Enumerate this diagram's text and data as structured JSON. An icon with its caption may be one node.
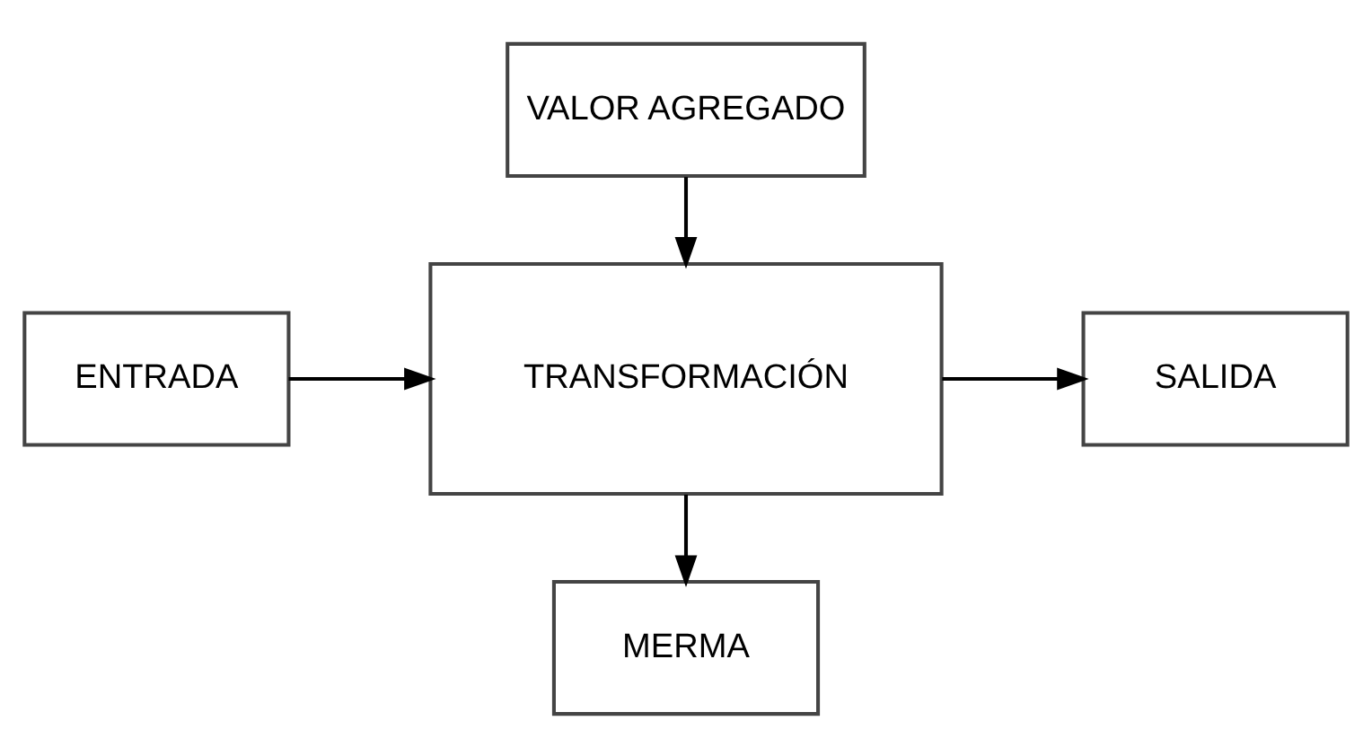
{
  "diagram": {
    "nodes": [
      {
        "text": [
          "VALOR AGREGADO"
        ]
      },
      {
        "text": [
          "ENTRADA"
        ]
      },
      {
        "text": [
          "TRANSFORMACIÓN"
        ]
      },
      {
        "text": [
          "SALIDA"
        ]
      },
      {
        "text": [
          "MERMA"
        ]
      }
    ],
    "edges": [
      {
        "from": 0,
        "to": 2,
        "arrow": "to"
      },
      {
        "from": 1,
        "to": 2,
        "arrow": "to"
      },
      {
        "from": 2,
        "to": 3,
        "arrow": "to"
      },
      {
        "from": 2,
        "to": 4,
        "arrow": "to"
      }
    ]
  }
}
